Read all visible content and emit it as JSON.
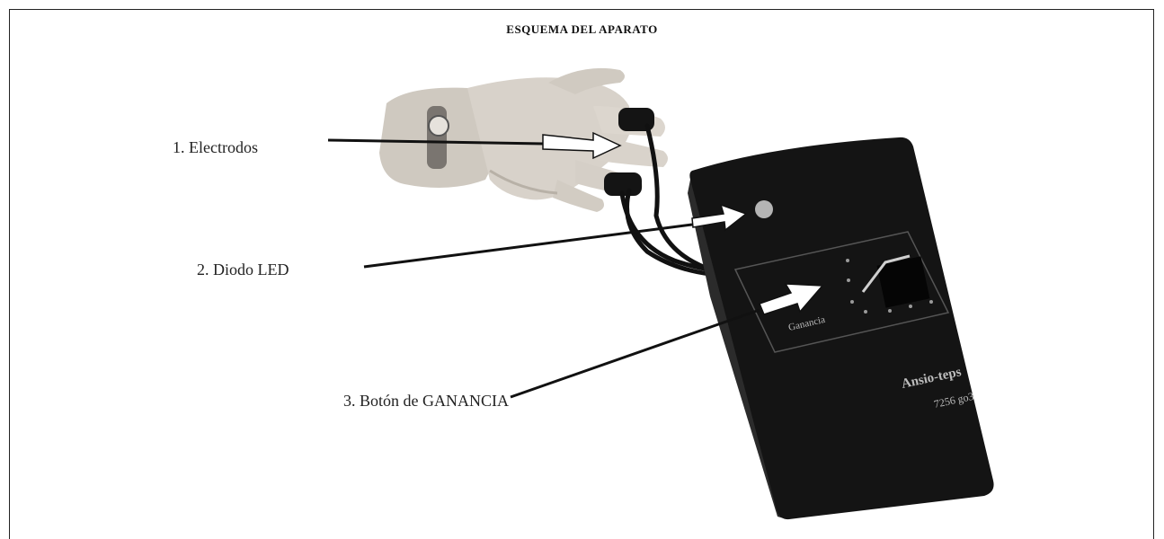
{
  "title": "ESQUEMA DEL APARATO",
  "labels": {
    "electrodes": "1. Electrodos",
    "led": "2. Diodo LED",
    "gain_button": "3. Botón de GANANCIA"
  },
  "device": {
    "brand": "Ansio-teps",
    "model": "7256 go3",
    "gain_panel_label": "Ganancia"
  },
  "colors": {
    "device_body": "#141414",
    "skin": "#d6d0c8",
    "arrow": "#ffffff",
    "leader_line": "#111111"
  }
}
